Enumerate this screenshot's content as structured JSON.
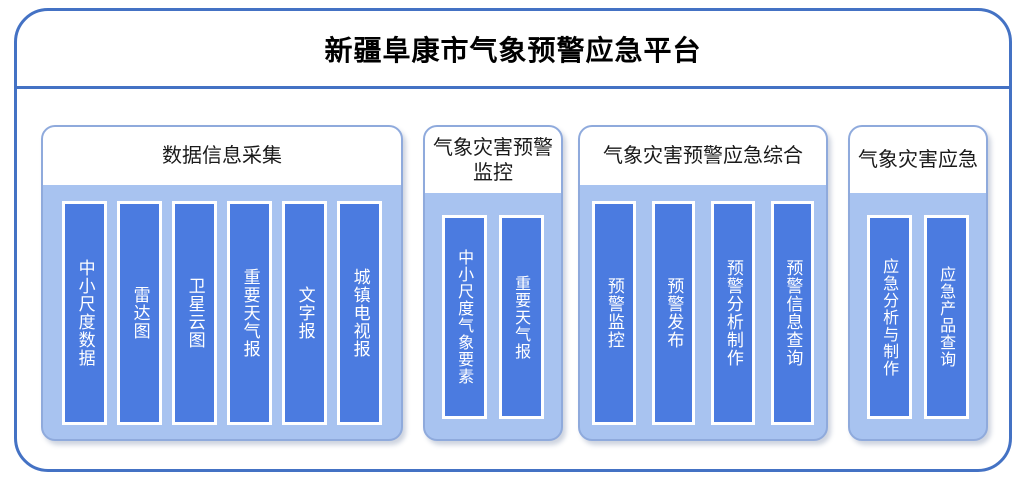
{
  "header": {
    "title": "新疆阜康市气象预警应急平台"
  },
  "panels": [
    {
      "id": "data-collection",
      "title": "数据信息采集",
      "items": [
        {
          "label": "中小尺度数据"
        },
        {
          "label": "雷达图"
        },
        {
          "label": "卫星云图"
        },
        {
          "label": "重要天气报"
        },
        {
          "label": "文字报"
        },
        {
          "label": "城镇电视报"
        }
      ]
    },
    {
      "id": "disaster-warning-monitor",
      "title": "气象灾害预警监控",
      "items": [
        {
          "label": "中小尺度气象要素"
        },
        {
          "label": "重要天气报"
        }
      ]
    },
    {
      "id": "warning-emergency-integrated",
      "title": "气象灾害预警应急综合",
      "items": [
        {
          "label": "预警监控"
        },
        {
          "label": "预警发布"
        },
        {
          "label": "预警分析制作"
        },
        {
          "label": "预警信息查询"
        }
      ]
    },
    {
      "id": "disaster-emergency",
      "title": "气象灾害应急",
      "items": [
        {
          "label": "应急分析与制作"
        },
        {
          "label": "应急产品查询"
        }
      ]
    }
  ],
  "colors": {
    "frame_border": "#4472C4",
    "panel_fill": "#A8C3F0",
    "panel_border": "#8FAADC",
    "item_fill": "#4B7BE0",
    "item_border": "#FFFFFF",
    "header_fill": "#FFFFFF",
    "title_text": "#000000",
    "item_text": "#FFFFFF"
  }
}
